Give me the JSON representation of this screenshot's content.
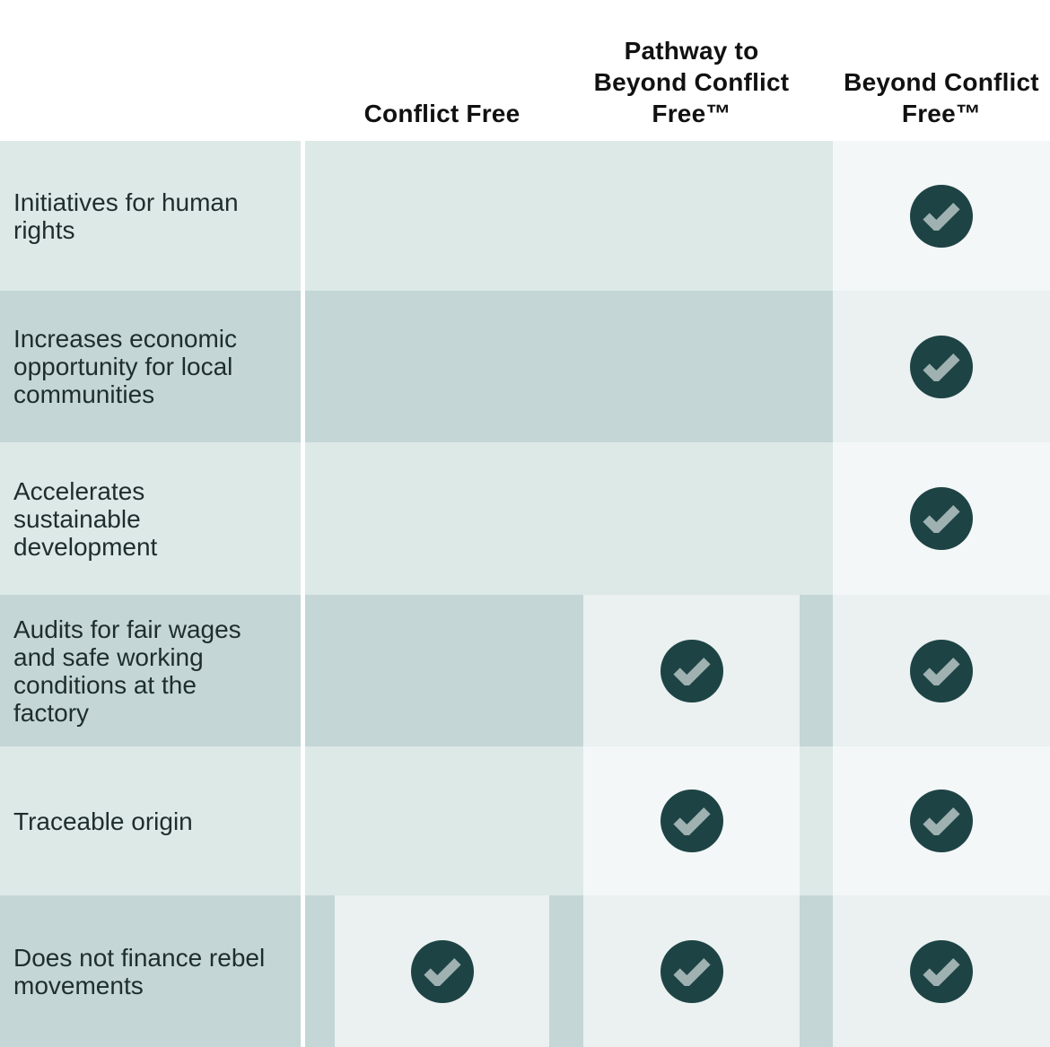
{
  "colors": {
    "background": "#ffffff",
    "row_light": "#dde9e7",
    "row_dark": "#c4d6d6",
    "highlight_light": "#f3f7f7",
    "highlight_dark": "#eaf1f0",
    "check_circle": "#1e4345",
    "check_mark": "#9fb1b1",
    "header_text": "#111111",
    "label_text": "#1f2d2d"
  },
  "header": {
    "columns": [
      {
        "id": "conflict_free",
        "label": "Conflict Free"
      },
      {
        "id": "pathway_to_beyond_conflict_free",
        "label": "Pathway to\nBeyond Conflict\nFree™"
      },
      {
        "id": "beyond_conflict_free",
        "label": "Beyond Conflict\nFree™"
      }
    ]
  },
  "rows": [
    {
      "label": "Initiatives for human\nrights",
      "conflict_free": false,
      "pathway": false,
      "beyond": true
    },
    {
      "label": "Increases economic\nopportunity for local\ncommunities",
      "conflict_free": false,
      "pathway": false,
      "beyond": true
    },
    {
      "label": "Accelerates\nsustainable\ndevelopment",
      "conflict_free": false,
      "pathway": false,
      "beyond": true
    },
    {
      "label": "Audits for fair wages\nand safe working\nconditions at the\nfactory",
      "conflict_free": false,
      "pathway": true,
      "beyond": true
    },
    {
      "label": "Traceable origin",
      "conflict_free": false,
      "pathway": true,
      "beyond": true
    },
    {
      "label": "Does not finance rebel\nmovements",
      "conflict_free": true,
      "pathway": true,
      "beyond": true
    }
  ],
  "chart_data": {
    "type": "table",
    "title": "",
    "columns": [
      "Conflict Free",
      "Pathway to Beyond Conflict Free™",
      "Beyond Conflict Free™"
    ],
    "row_labels": [
      "Initiatives for human rights",
      "Increases economic opportunity for local communities",
      "Accelerates sustainable development",
      "Audits for fair wages and safe working conditions at the factory",
      "Traceable origin",
      "Does not finance rebel movements"
    ],
    "checks": [
      [
        false,
        false,
        true
      ],
      [
        false,
        false,
        true
      ],
      [
        false,
        false,
        true
      ],
      [
        false,
        true,
        true
      ],
      [
        false,
        true,
        true
      ],
      [
        true,
        true,
        true
      ]
    ]
  }
}
